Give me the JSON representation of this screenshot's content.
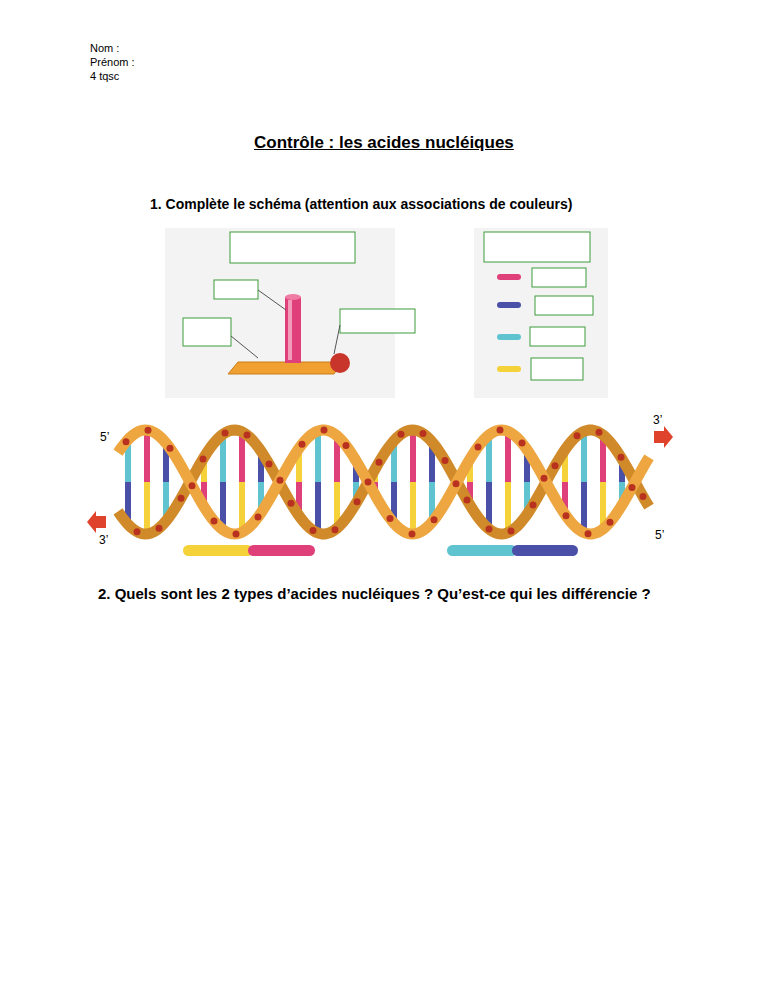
{
  "diagram": {
    "title": "Contrôle : les acides nucléiques",
    "labels": [
      "Nom :",
      "Prénom :",
      "4 tqsc",
      "1. Complète le schéma (attention aux associations de couleurs)",
      "5’",
      "3’",
      "3’",
      "5’",
      "2. Quels sont les 2 types d’acides nucléiques ? Qu’est-ce qui les différencie ?"
    ]
  }
}
